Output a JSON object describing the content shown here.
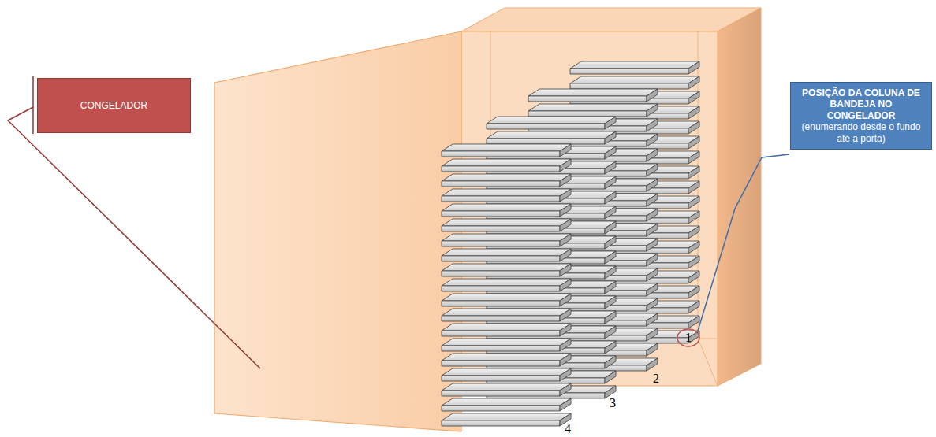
{
  "diagram": {
    "nodes": [
      {
        "text": [
          "CONGELADOR"
        ]
      },
      {
        "text": [
          "POSIÇÃO DA COLUNA DE BANDEJA NO CONGELADOR",
          "(enumerando desde o fundo até a porta)"
        ]
      }
    ],
    "labels": [
      "1",
      "2",
      "3",
      "4"
    ]
  }
}
